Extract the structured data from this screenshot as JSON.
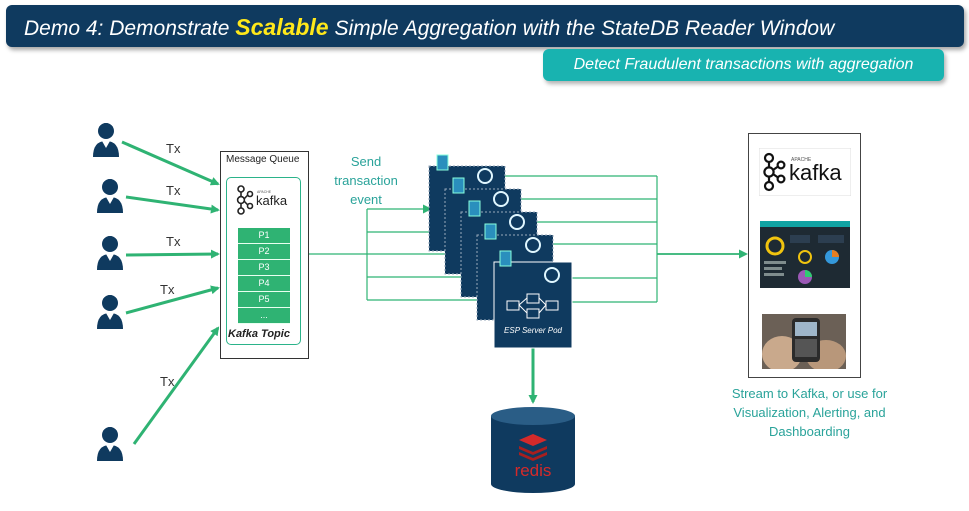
{
  "title": {
    "prefix": "Demo 4: Demonstrate ",
    "highlight": "Scalable",
    "suffix": " Simple Aggregation with the StateDB Reader Window"
  },
  "subtitle": "Detect Fraudulent transactions with aggregation",
  "users": [
    {
      "label": "Tx"
    },
    {
      "label": "Tx"
    },
    {
      "label": "Tx"
    },
    {
      "label": "Tx"
    },
    {
      "label": "Tx"
    }
  ],
  "message_queue": {
    "label": "Message Queue",
    "kafka_small": "kafka",
    "kafka_tag": "APACHE",
    "partitions": [
      "P1",
      "P2",
      "P3",
      "P4",
      "P5",
      "..."
    ],
    "topic_label": "Kafka Topic"
  },
  "send_label": "Send transaction event",
  "pod_label": "ESP Server Pod",
  "redis_label": "redis",
  "right_panel": {
    "kafka_large": "kafka",
    "kafka_tag": "APACHE"
  },
  "caption": "Stream to Kafka, or use for Visualization, Alerting, and Dashboarding",
  "colors": {
    "navy": "#0f3a5f",
    "teal": "#18b3b0",
    "green": "#2fb373",
    "highlight": "#ffe81a",
    "redis_red": "#d42a2a"
  }
}
